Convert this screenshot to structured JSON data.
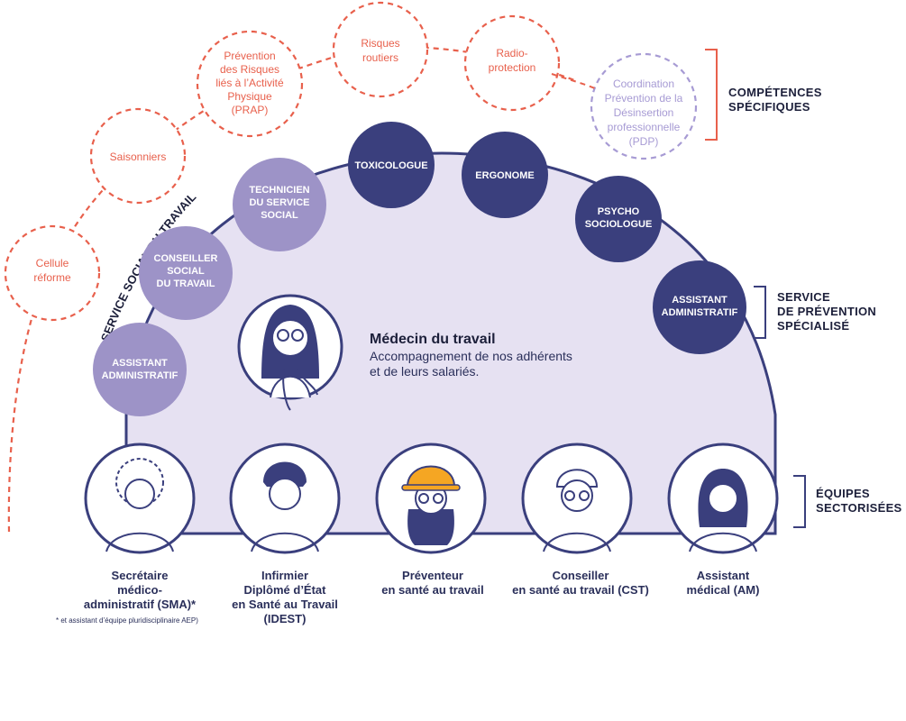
{
  "colors": {
    "dark_node": "#3a3f7d",
    "light_node": "#9d93c7",
    "dome_fill": "#e6e1f2",
    "competence": "#e8604c",
    "pdp": "#a79bd4",
    "bracket": "#e8604c"
  },
  "arc_label": "SERVICE SOCIAL DU TRAVAIL",
  "social_nodes": [
    {
      "id": "assistant-admin-left",
      "label": "ASSISTANT\nADMINISTRATIF"
    },
    {
      "id": "conseiller-social",
      "label": "CONSEILLER\nSOCIAL\nDU TRAVAIL"
    },
    {
      "id": "technicien-social",
      "label": "TECHNICIEN\nDU SERVICE\nSOCIAL"
    }
  ],
  "prevention_nodes": [
    {
      "id": "toxicologue",
      "label": "TOXICOLOGUE"
    },
    {
      "id": "ergonome",
      "label": "ERGONOME"
    },
    {
      "id": "psycho",
      "label": "PSYCHO\nSOCIOLOGUE"
    },
    {
      "id": "assistant-admin-right",
      "label": "ASSISTANT\nADMINISTRATIF"
    }
  ],
  "competences": [
    {
      "id": "cellule-reforme",
      "label": "Cellule\nréforme"
    },
    {
      "id": "saisonniers",
      "label": "Saisonniers"
    },
    {
      "id": "prap",
      "label": "Prévention\ndes Risques\nliés à l’Activité\nPhysique\n(PRAP)"
    },
    {
      "id": "risques-routiers",
      "label": "Risques\nroutiers"
    },
    {
      "id": "radioprotection",
      "label": "Radio-\nprotection"
    },
    {
      "id": "pdp",
      "label": "Coordination\nPrévention de la\nDésinsertion\nprofessionnelle\n(PDP)"
    }
  ],
  "medecin": {
    "title": "Médecin du travail",
    "description": "Accompagnement de nos adhérents\net de leurs salariés."
  },
  "team": [
    {
      "id": "sma",
      "label": "Secrétaire\nmédico-\nadministratif (SMA)*"
    },
    {
      "id": "idest",
      "label": "Infirmier\nDiplômé d’État\nen Santé au Travail\n(IDEST)"
    },
    {
      "id": "preventeur",
      "label": "Préventeur\nen santé au travail"
    },
    {
      "id": "cst",
      "label": "Conseiller\nen santé au travail (CST)"
    },
    {
      "id": "am",
      "label": "Assistant\nmédical (AM)"
    }
  ],
  "footnote": "* et assistant d’équipe pluridisciplinaire AEP)",
  "side_labels": {
    "competences": "COMPÉTENCES\nSPÉCIFIQUES",
    "service": "SERVICE\nDE PRÉVENTION\nSPÉCIALISÉ",
    "equipes": "ÉQUIPES\nSECTORISÉES"
  }
}
